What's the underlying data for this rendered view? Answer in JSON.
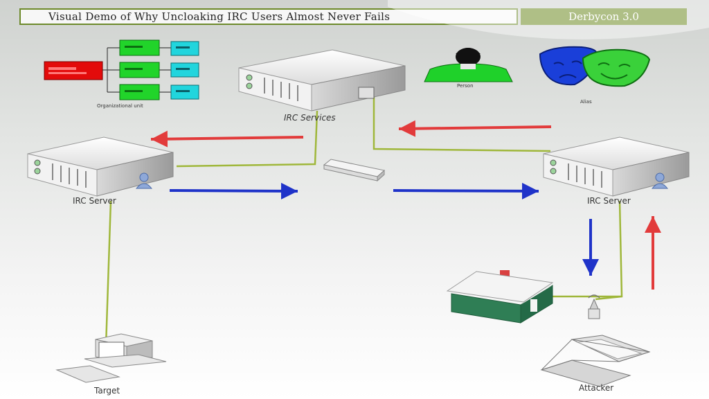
{
  "header": {
    "title": "Visual Demo of Why Uncloaking IRC Users Almost Never Fails",
    "conference": "Derbycon 3.0"
  },
  "nodes": {
    "org_unit_label": "Organizational unit",
    "irc_services_label": "IRC Services",
    "person_label": "Person",
    "alias_label": "Alias",
    "irc_server_left_label": "IRC Server",
    "irc_server_right_label": "IRC Server",
    "target_label": "Target",
    "attacker_label": "Attacker"
  },
  "colors": {
    "header_accent": "#6e8a24",
    "link_line": "#9fb73a",
    "arrow_red": "#e23b3b",
    "arrow_blue": "#1f33c9",
    "org_red": "#e30b0b",
    "org_green": "#21d42a",
    "org_cyan": "#21d5dd"
  },
  "icons": [
    "server-icon",
    "switch-icon",
    "person-icon",
    "masks-icon",
    "house-icon",
    "antenna-icon",
    "desktop-icon",
    "laptop-icon",
    "org-chart-icon"
  ]
}
